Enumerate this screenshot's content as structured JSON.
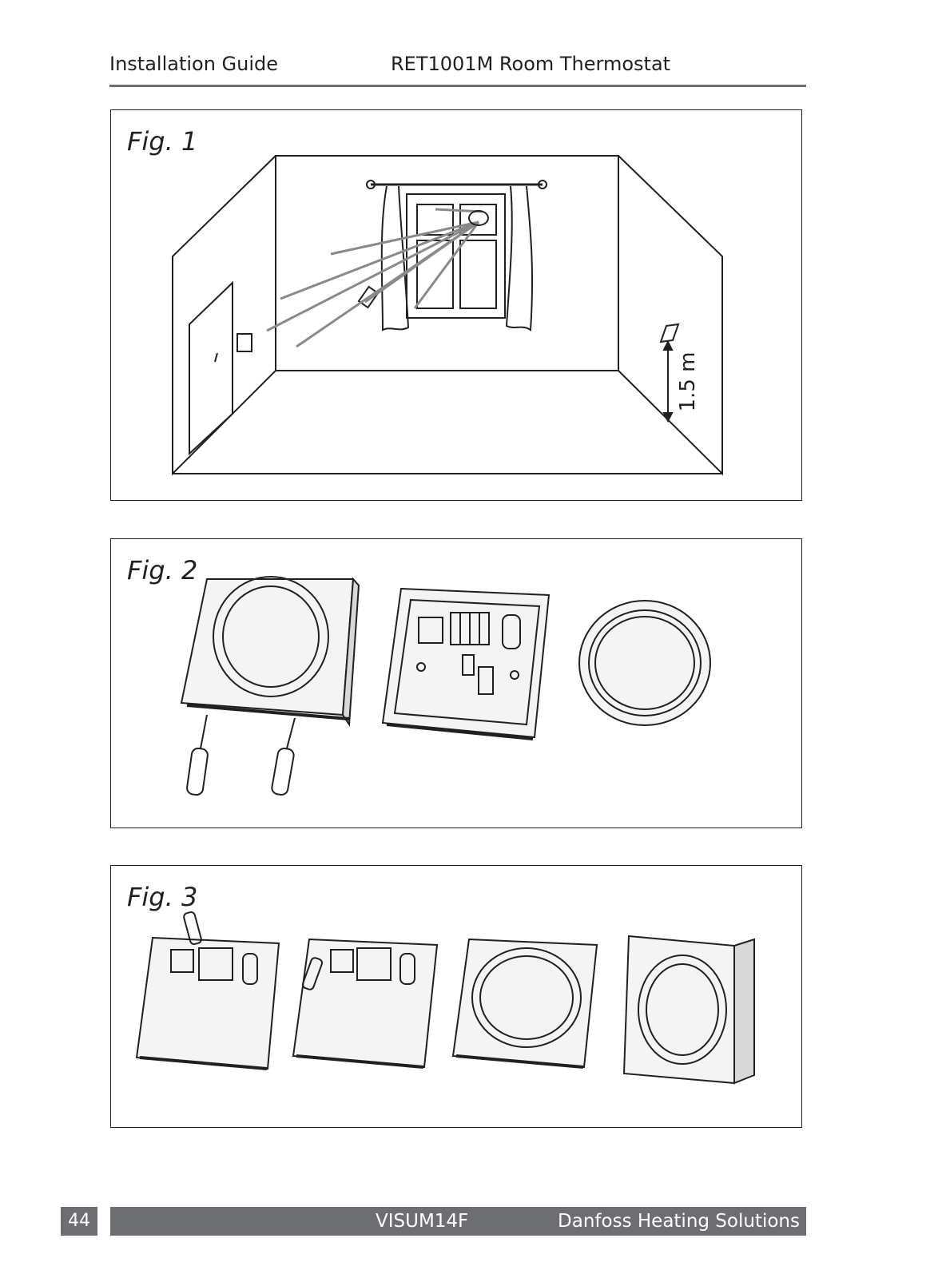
{
  "header": {
    "guide_title": "Installation Guide",
    "product_title": "RET1001M Room Thermostat"
  },
  "figures": {
    "fig1": {
      "title": "Fig. 1",
      "height_label": "1.5 m"
    },
    "fig2": {
      "title": "Fig. 2"
    },
    "fig3": {
      "title": "Fig. 3"
    }
  },
  "footer": {
    "page_number": "44",
    "document_code": "VISUM14F",
    "company": "Danfoss Heating Solutions"
  }
}
